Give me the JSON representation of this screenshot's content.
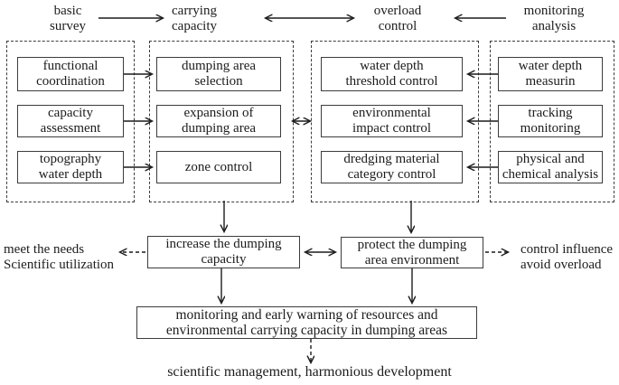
{
  "title_row": {
    "stages": [
      {
        "label": "basic\nsurvey"
      },
      {
        "label": "carrying\ncapacity"
      },
      {
        "label": "overload\ncontrol"
      },
      {
        "label": "monitoring\nanalysis"
      }
    ]
  },
  "panels": [
    {
      "name": "basic survey",
      "boxes": [
        {
          "label": "functional\ncoordination"
        },
        {
          "label": "capacity\nassessment"
        },
        {
          "label": "topography\nwater depth"
        }
      ]
    },
    {
      "name": "carrying capacity",
      "boxes": [
        {
          "label": "dumping area\nselection"
        },
        {
          "label": "expansion of\ndumping area"
        },
        {
          "label": "zone control"
        }
      ]
    },
    {
      "name": "overload control",
      "boxes": [
        {
          "label": "water depth\nthreshold control"
        },
        {
          "label": "environmental\nimpact control"
        },
        {
          "label": "dredging material\ncategory control"
        }
      ]
    },
    {
      "name": "monitoring analysis",
      "boxes": [
        {
          "label": "water depth\nmeasurin"
        },
        {
          "label": "tracking\nmonitoring"
        },
        {
          "label": "physical and\nchemical analysis"
        }
      ]
    }
  ],
  "middle": {
    "left_note": "meet the needs\nScientific utilization",
    "increase_box": "increase the dumping\ncapacity",
    "protect_box": "protect the dumping\narea environment",
    "right_note": "control influence\navoid overload"
  },
  "bottom": {
    "warning_box": "monitoring and early warning of resources and\nenvironmental carrying capacity in dumping areas",
    "footer": "scientific management, harmonious development"
  },
  "colors": {
    "ink": "#1c1c1c",
    "background": "#ffffff"
  }
}
